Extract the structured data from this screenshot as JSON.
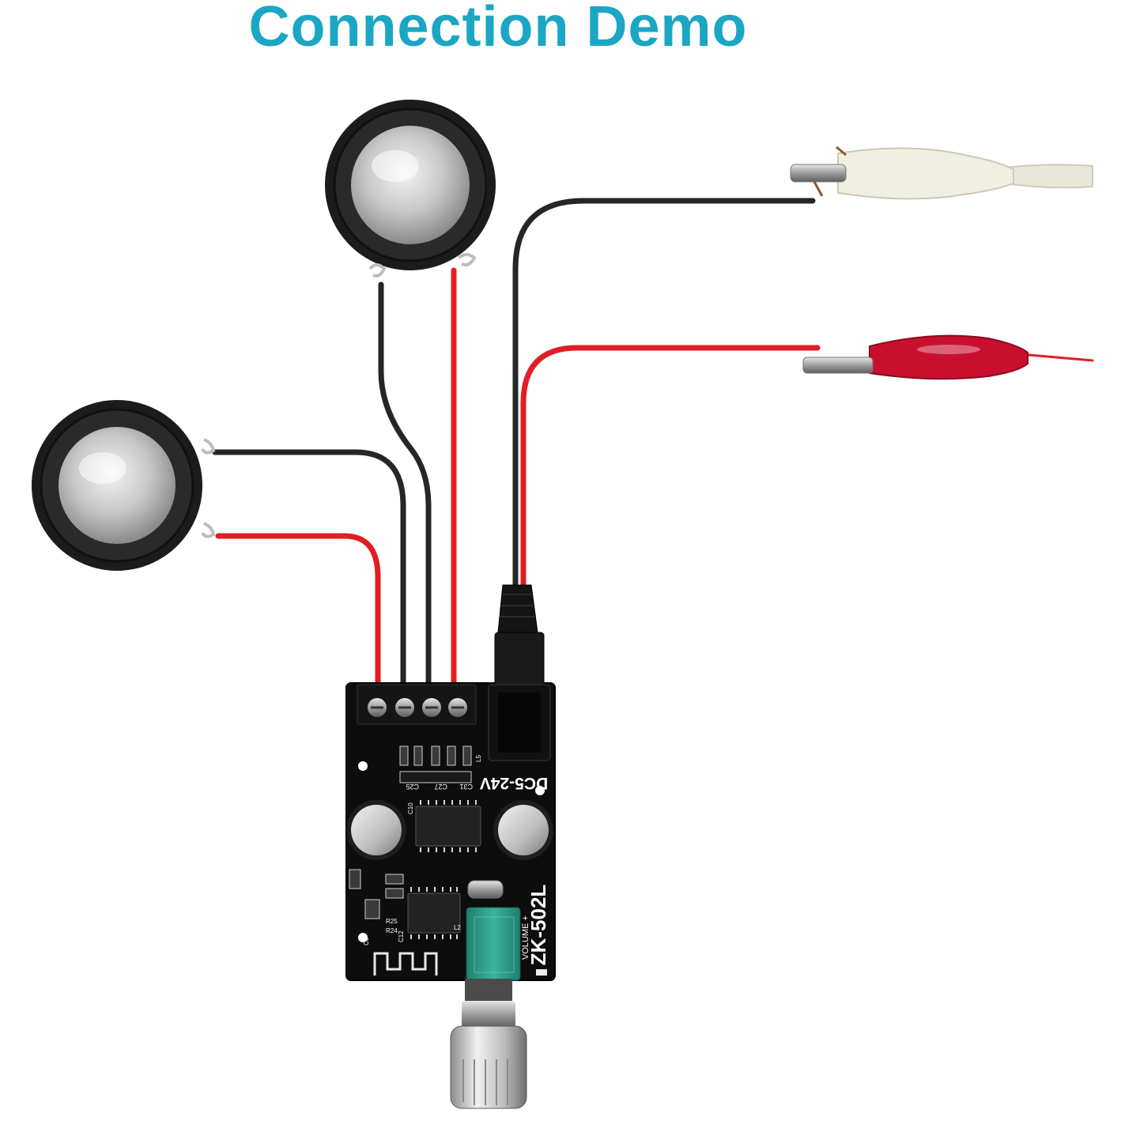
{
  "title": "Connection Demo",
  "board": {
    "model_label": "ZK-502L",
    "voltage_label": "DC5-24V",
    "volume_label": "VOLUME +",
    "silkscreen": [
      "C25",
      "C27",
      "C31",
      "C10",
      "C12",
      "R25",
      "R24",
      "L2",
      "L5",
      "C6"
    ]
  },
  "colors": {
    "title": "#1aa6c4",
    "wire_red": "#e01e24",
    "wire_black": "#262626",
    "board": "#0d0d0d",
    "clip_white": "#f1eee2",
    "clip_red": "#c8102e",
    "potentiometer": "#2e9a86"
  },
  "icons": [
    "speaker-icon",
    "alligator-clip-icon",
    "dc-jack-icon",
    "screw-terminal-icon",
    "potentiometer-knob-icon",
    "bluetooth-antenna-icon"
  ]
}
